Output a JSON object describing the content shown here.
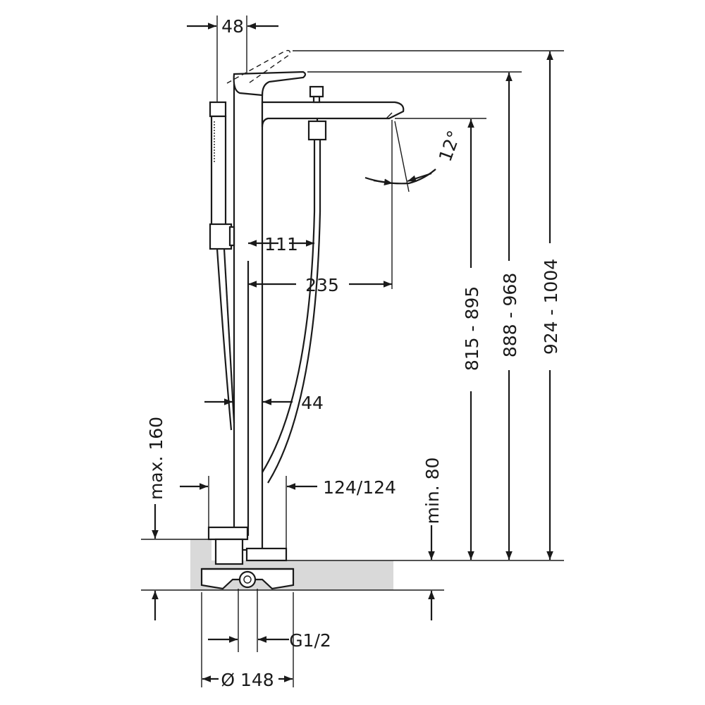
{
  "dimensions": {
    "d48": "48",
    "d12deg": "12°",
    "d111": "111",
    "d235": "235",
    "d815_895": "815 - 895",
    "d888_968": "888 - 968",
    "d924_1004": "924 - 1004",
    "d44": "44",
    "dmax160": "max. 160",
    "d124_124": "124/124",
    "dmin80": "min. 80",
    "dG12": "G1/2",
    "dDia148": "Ø 148"
  }
}
